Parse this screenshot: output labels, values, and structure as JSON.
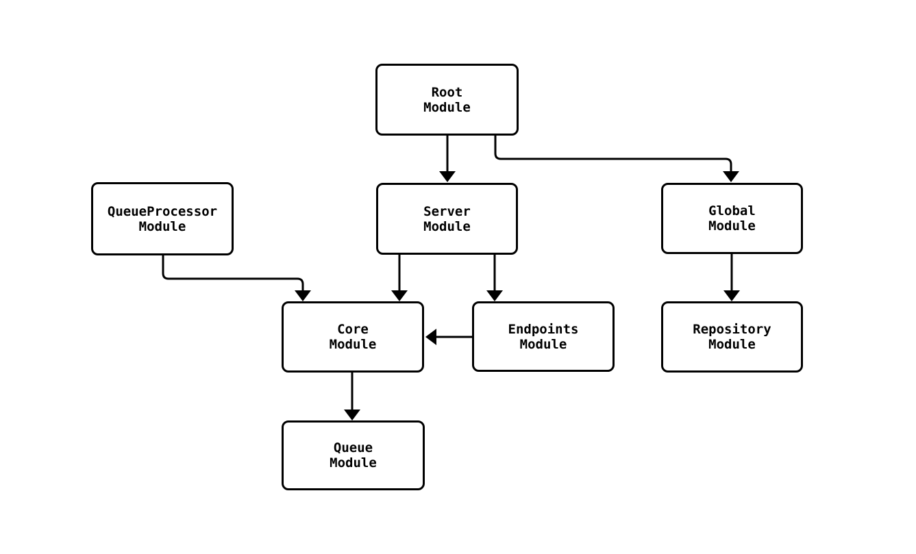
{
  "diagram_type": "module-dependency-flowchart",
  "colors": {
    "background": "#ffffff",
    "node_fill": "#ffffff",
    "node_border": "#000000",
    "edge": "#000000",
    "text": "#000000"
  },
  "nodes": [
    {
      "id": "root",
      "label": "Root\nModule"
    },
    {
      "id": "queueprocessor",
      "label": "QueueProcessor\nModule"
    },
    {
      "id": "server",
      "label": "Server\nModule"
    },
    {
      "id": "global",
      "label": "Global\nModule"
    },
    {
      "id": "core",
      "label": "Core\nModule"
    },
    {
      "id": "endpoints",
      "label": "Endpoints\nModule"
    },
    {
      "id": "repository",
      "label": "Repository\nModule"
    },
    {
      "id": "queue",
      "label": "Queue\nModule"
    }
  ],
  "edges": [
    {
      "from": "root",
      "to": "server"
    },
    {
      "from": "root",
      "to": "global"
    },
    {
      "from": "queueprocessor",
      "to": "core"
    },
    {
      "from": "server",
      "to": "core"
    },
    {
      "from": "server",
      "to": "endpoints"
    },
    {
      "from": "endpoints",
      "to": "core"
    },
    {
      "from": "global",
      "to": "repository"
    },
    {
      "from": "core",
      "to": "queue"
    }
  ]
}
